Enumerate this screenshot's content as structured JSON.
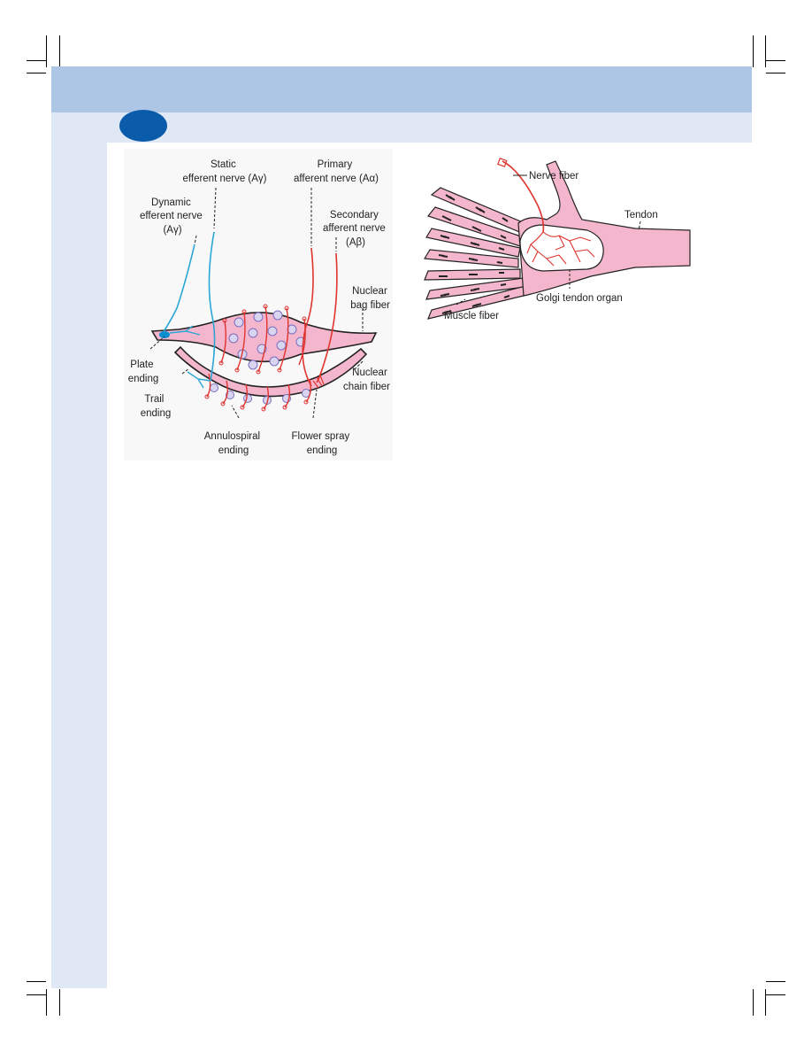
{
  "spindle": {
    "static_efferent": [
      "Static",
      "efferent nerve (Aγ)"
    ],
    "dynamic_efferent": [
      "Dynamic",
      "efferent nerve",
      "(Aγ)"
    ],
    "primary_afferent": [
      "Primary",
      "afferent nerve (Aα)"
    ],
    "secondary_afferent": [
      "Secondary",
      "afferent nerve",
      "(Aβ)"
    ],
    "nuclear_bag": [
      "Nuclear",
      "bag fiber"
    ],
    "nuclear_chain": [
      "Nuclear",
      "chain fiber"
    ],
    "plate_ending": [
      "Plate",
      "ending"
    ],
    "trail_ending": [
      "Trail",
      "ending"
    ],
    "annulospiral": [
      "Annulospiral",
      "ending"
    ],
    "flower_spray": [
      "Flower spray",
      "ending"
    ]
  },
  "golgi": {
    "nerve_fiber": "Nerve fiber",
    "tendon": "Tendon",
    "golgi_tendon_organ": "Golgi tendon organ",
    "muscle_fiber": "Muscle fiber"
  },
  "colors": {
    "header_band": "#adc6e6",
    "side_band": "#dfe8f4",
    "chapter_dot": "#0b5bab",
    "muscle_pink": "#f4b6cc",
    "nerve_red": "#e0342e",
    "nerve_blue": "#29a6d6"
  }
}
